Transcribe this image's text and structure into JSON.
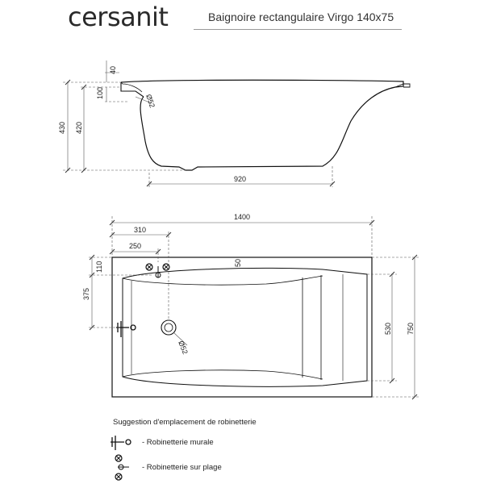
{
  "header": {
    "brand": "cersanit",
    "title": "Baignoire rectangulaire Virgo 140x75"
  },
  "side_view": {
    "dims": {
      "rim_40": "40",
      "depth_100": "100",
      "overall_430": "430",
      "inner_420": "420",
      "drain_d52": "Ø52",
      "bottom_920": "920"
    }
  },
  "top_view": {
    "dims": {
      "length_1400": "1400",
      "tap_310": "310",
      "tap_250": "250",
      "offset_110": "110",
      "offset_375": "375",
      "width_530": "530",
      "width_750": "750",
      "hole_d52": "Ø52",
      "r50": "50"
    }
  },
  "legend": {
    "heading": "Suggestion d'emplacement de robinetterie",
    "wall": "- Robinetterie murale",
    "deck": "- Robinetterie sur plage"
  }
}
